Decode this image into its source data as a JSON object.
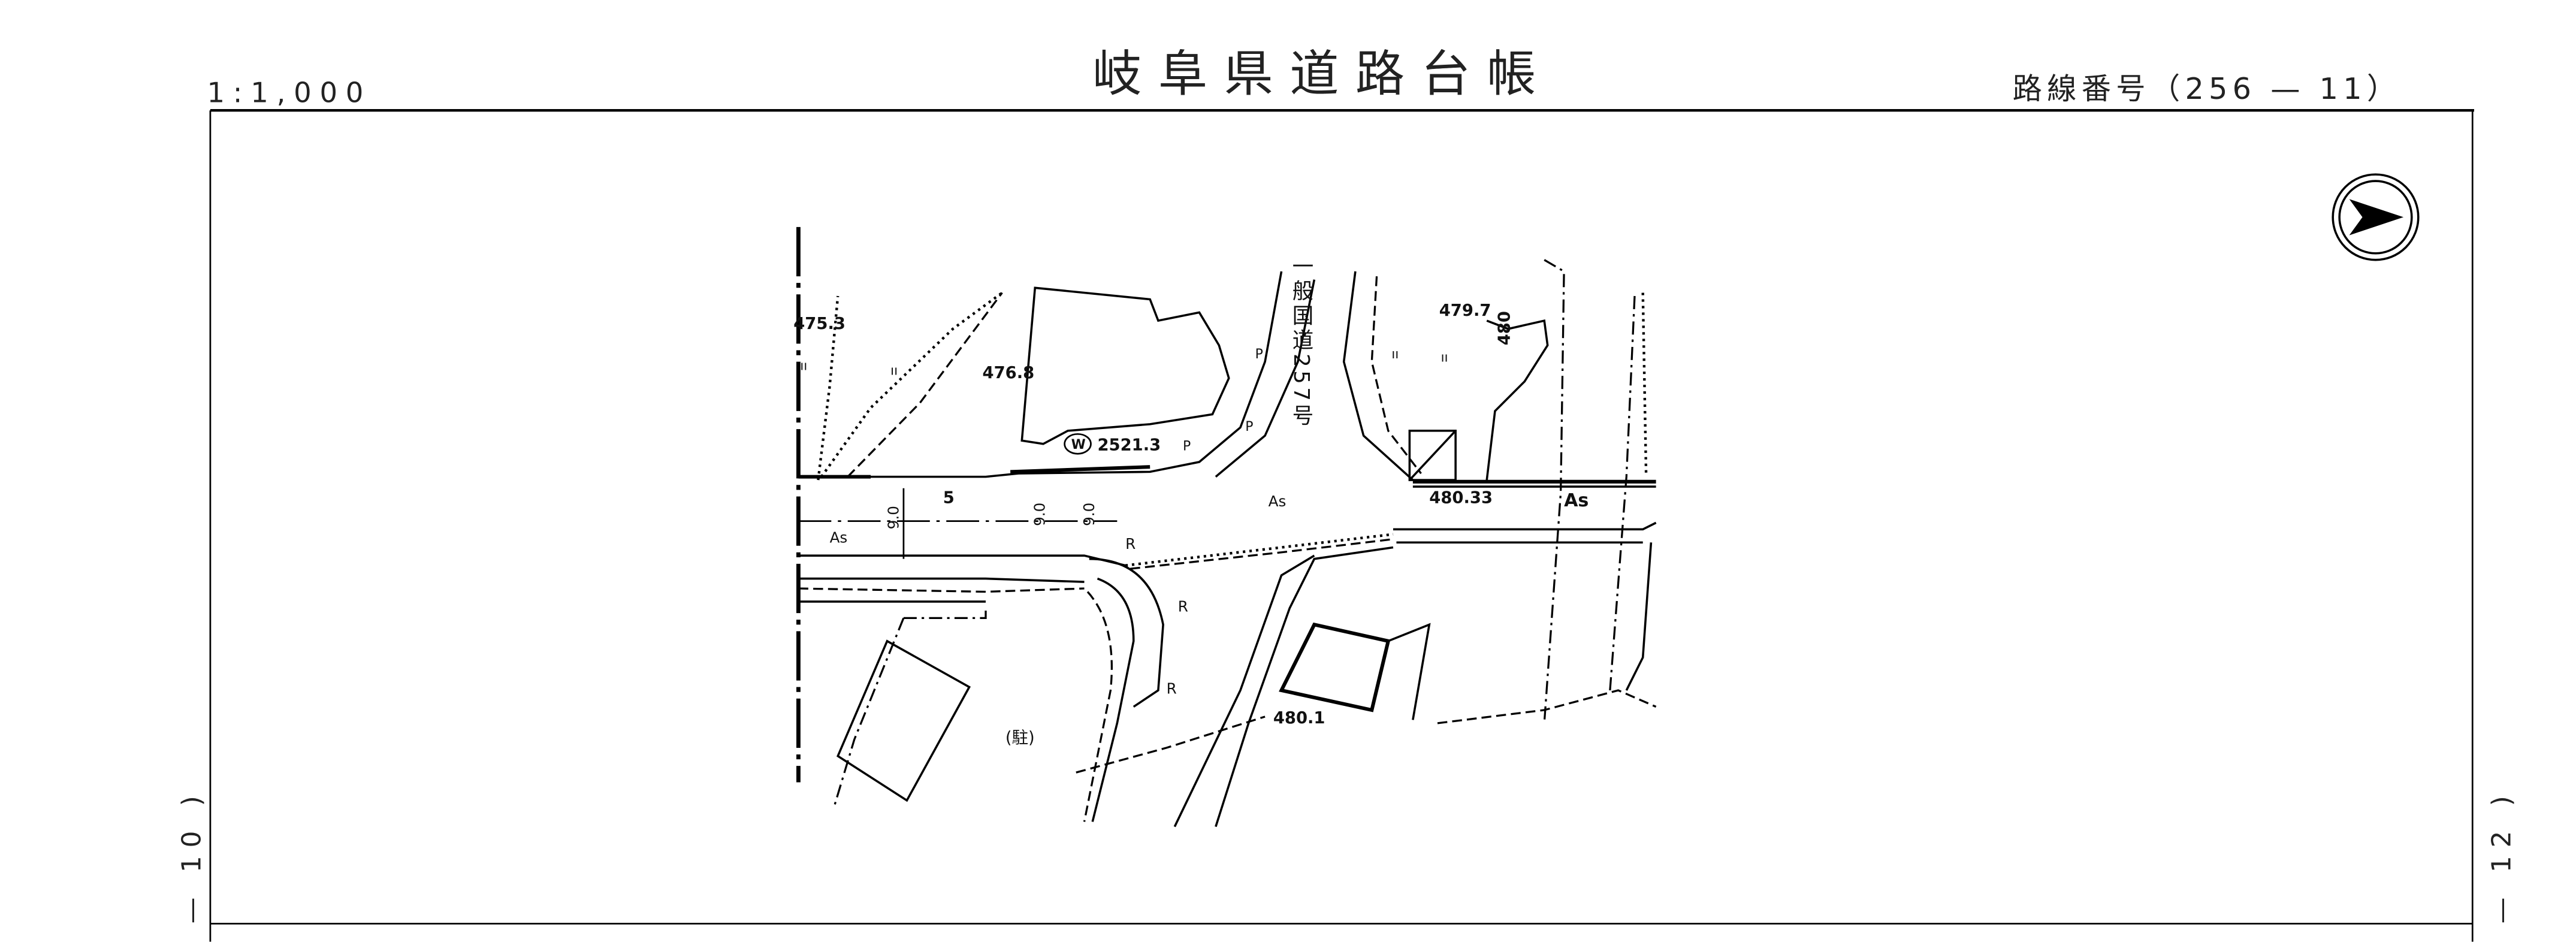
{
  "header": {
    "scale": "1:1,000",
    "title": "岐阜県道路台帳",
    "route_number": "路線番号（256 — 11）"
  },
  "side_labels": {
    "left": "— 10 )",
    "right": "— 12 )"
  },
  "map": {
    "road_name": "一般国道257号",
    "labels": {
      "elev_475_3": "475.3",
      "elev_476_8": "476.8",
      "elev_479_7": "479.7",
      "elev_480": "480",
      "elev_480_33": "480.33",
      "elev_480_1": "480.1",
      "benchmark_w": "W",
      "benchmark_value": "2521.3",
      "asphalt_1": "As",
      "asphalt_2": "As",
      "asphalt_3": "As",
      "width_5": "5",
      "width_9a": "9.0",
      "width_9b": "9.0",
      "width_9c": "9.0",
      "r1": "R",
      "r2": "R",
      "r3": "R",
      "parking": "(駐)",
      "p1": "P",
      "p2": "P",
      "p3": "P",
      "field1": "ıı",
      "field2": "ıı",
      "field3": "ıı",
      "field4": "ıı"
    }
  }
}
